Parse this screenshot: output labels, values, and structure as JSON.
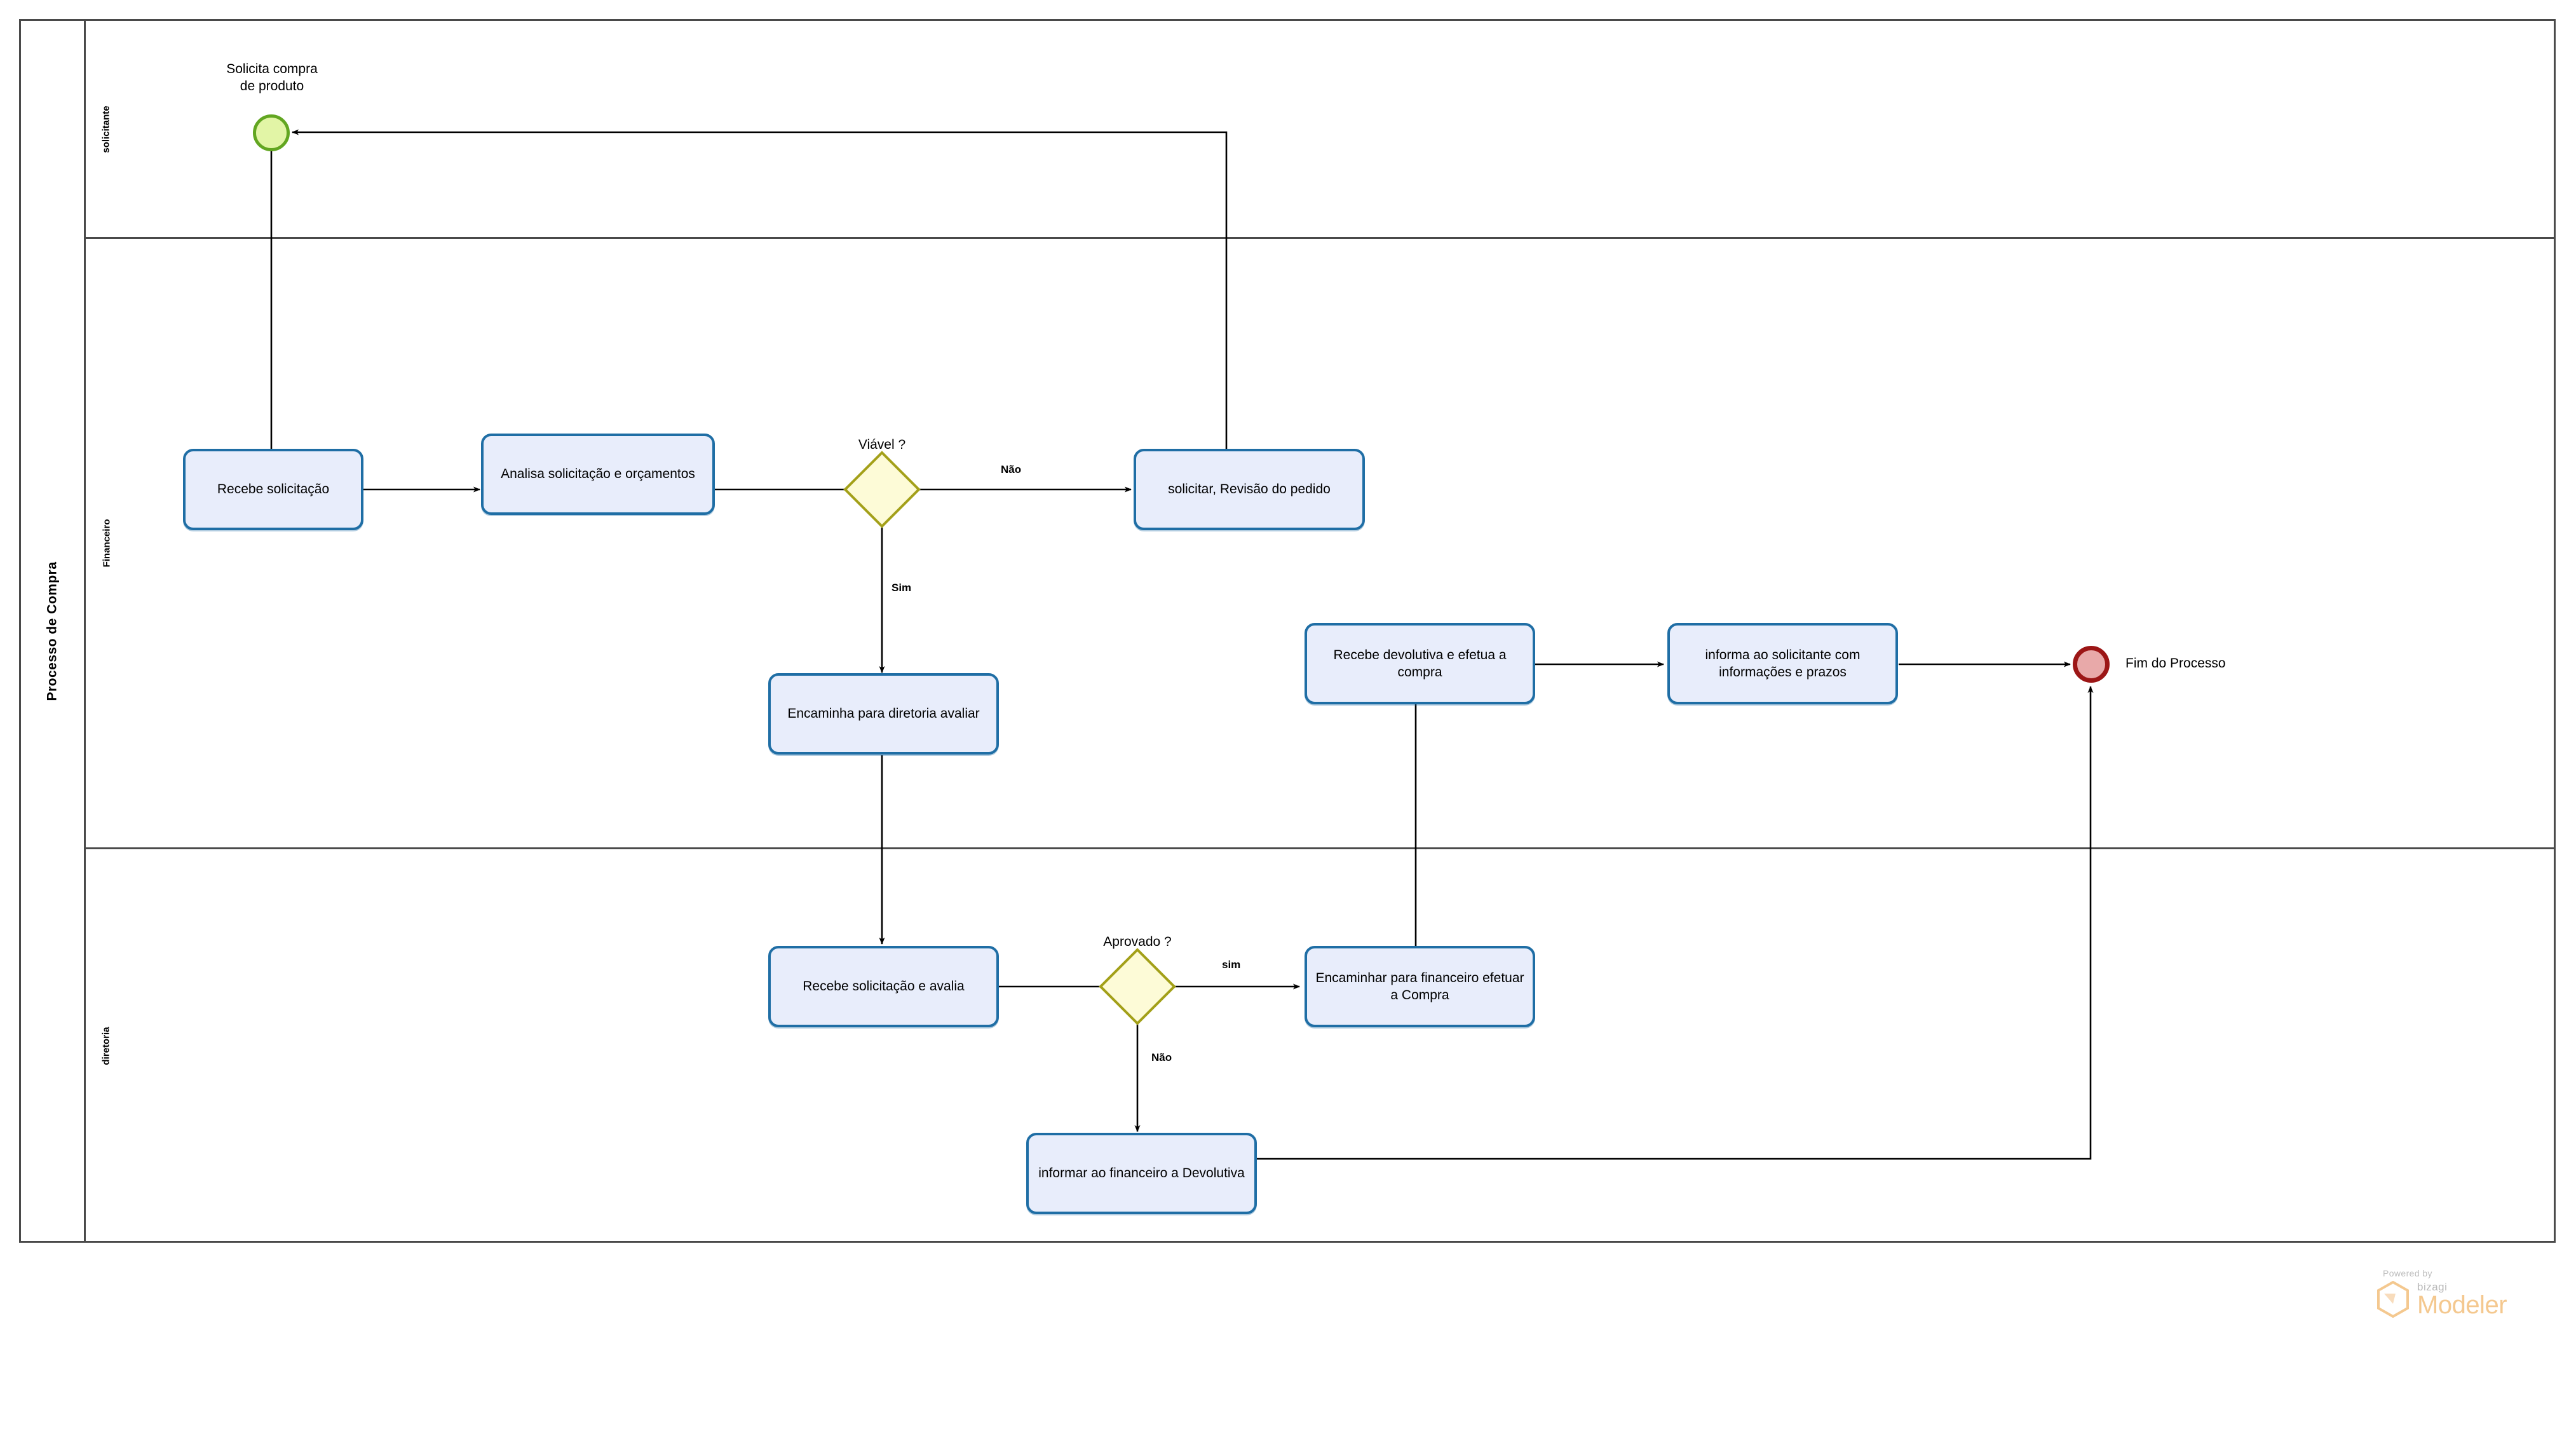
{
  "pool": {
    "title": "Processo de Compra"
  },
  "lanes": [
    {
      "id": "solicitante",
      "label": "solicitante"
    },
    {
      "id": "financeiro",
      "label": "Financeiro"
    },
    {
      "id": "diretoria",
      "label": "diretoria"
    }
  ],
  "events": [
    {
      "id": "start",
      "type": "start-event",
      "label": "Solicita compra\nde  produto"
    },
    {
      "id": "end",
      "type": "end-event",
      "label": "Fim do Processo"
    }
  ],
  "tasks": [
    {
      "id": "t1",
      "label": "Recebe solicitação"
    },
    {
      "id": "t2",
      "label": "Analisa solicitação e orçamentos"
    },
    {
      "id": "t3",
      "label": "solicitar, Revisão do pedido"
    },
    {
      "id": "t4",
      "label": "Encaminha para diretoria avaliar"
    },
    {
      "id": "t5",
      "label": "Recebe devolutiva e efetua a compra"
    },
    {
      "id": "t6",
      "label": "informa ao solicitante com informações e prazos"
    },
    {
      "id": "t7",
      "label": "Recebe solicitação e avalia"
    },
    {
      "id": "t8",
      "label": "Encaminhar para financeiro efetuar a Compra"
    },
    {
      "id": "t9",
      "label": "informar ao financeiro  a Devolutiva"
    }
  ],
  "gateways": [
    {
      "id": "g1",
      "label": "Viável ?"
    },
    {
      "id": "g2",
      "label": "Aprovado ?"
    }
  ],
  "flow_labels": [
    {
      "id": "f_nao_1",
      "label": "Não"
    },
    {
      "id": "f_sim_1",
      "label": "Sim"
    },
    {
      "id": "f_sim_2",
      "label": "sim"
    },
    {
      "id": "f_nao_2",
      "label": "Não"
    }
  ],
  "watermark": {
    "powered_by": "Powered by",
    "brand": "bizagi",
    "product": "Modeler"
  },
  "colors": {
    "task_fill": "#e8edfb",
    "task_stroke": "#1f6ea5",
    "gateway_fill": "#fdfbd7",
    "gateway_stroke": "#a3a019",
    "start_fill": "#e2f5a6",
    "start_stroke": "#62a621",
    "end_fill": "#e8a9a9",
    "end_stroke": "#9c1616",
    "lane_stroke": "#4a4a4a",
    "connector": "#000000",
    "watermark_accent": "#f4c88f"
  }
}
